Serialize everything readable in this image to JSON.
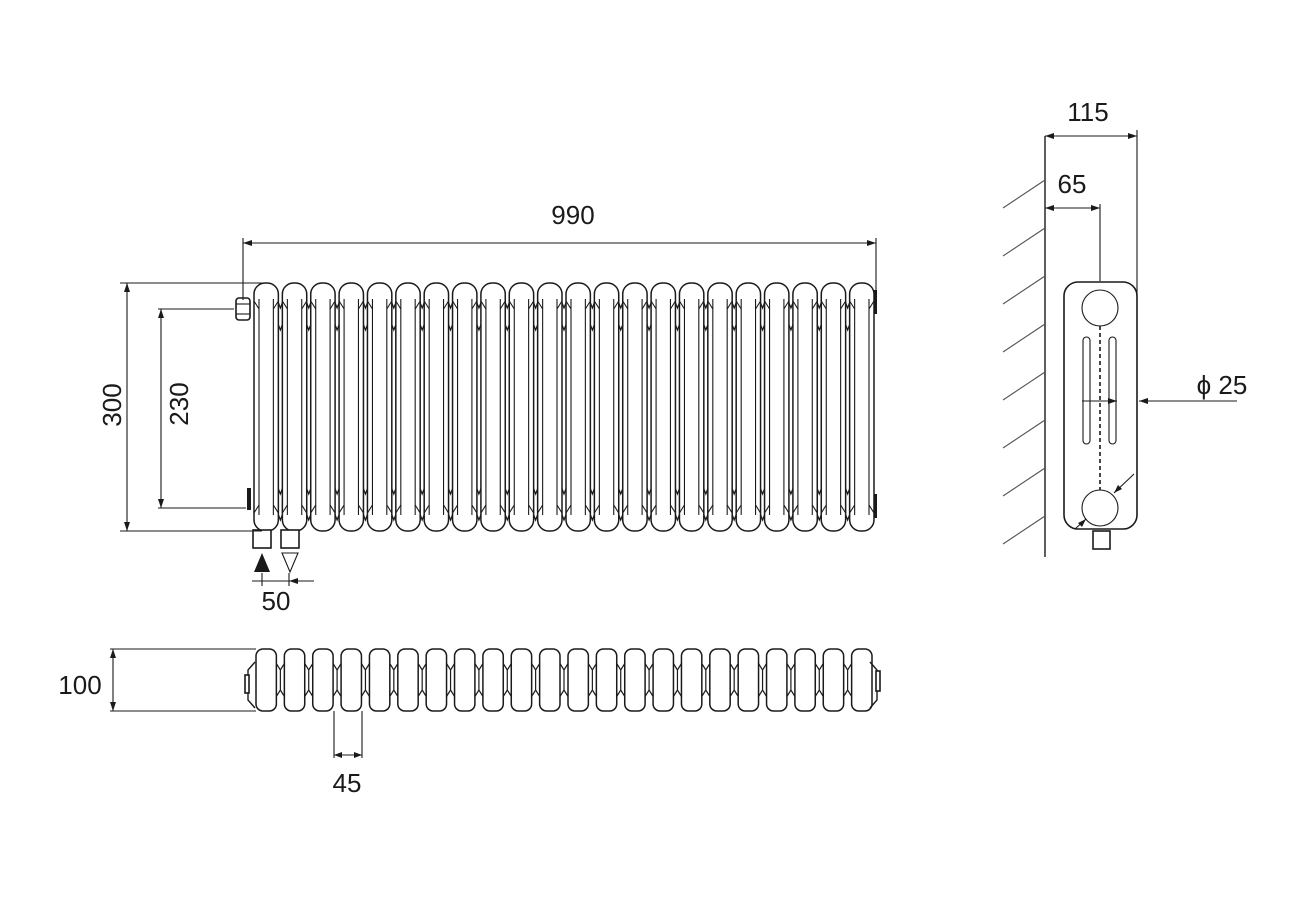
{
  "drawing": {
    "title": "Column radiator dimensional drawing",
    "unit": "mm",
    "sections": 22,
    "section_pitch_mm": 45,
    "front_view": {
      "overall_width_label": "990",
      "overall_height_label": "300",
      "connection_centers_label": "230",
      "connection_spacing_label": "50",
      "flow_symbol": "filled-triangle",
      "return_symbol": "hollow-triangle"
    },
    "top_view": {
      "depth_label": "100",
      "section_pitch_label": "45"
    },
    "side_view": {
      "overall_depth_label": "115",
      "wall_to_center_label": "65",
      "pipe_diameter_label": "ϕ 25"
    }
  },
  "colors": {
    "line": "#1a1a1a",
    "background": "#ffffff"
  }
}
